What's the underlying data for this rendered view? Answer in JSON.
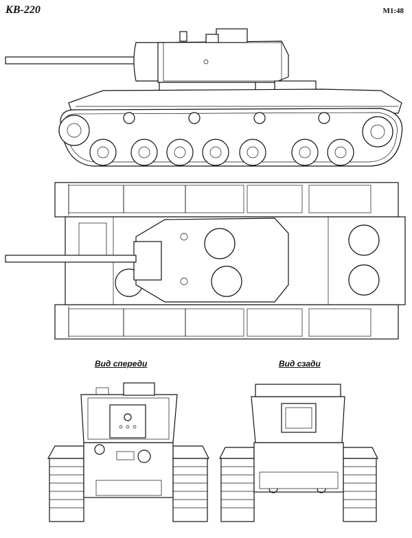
{
  "header": {
    "title": "КВ-220",
    "scale": "M1:48"
  },
  "captions": {
    "front": "Вид спереди",
    "rear": "Вид сзади"
  }
}
